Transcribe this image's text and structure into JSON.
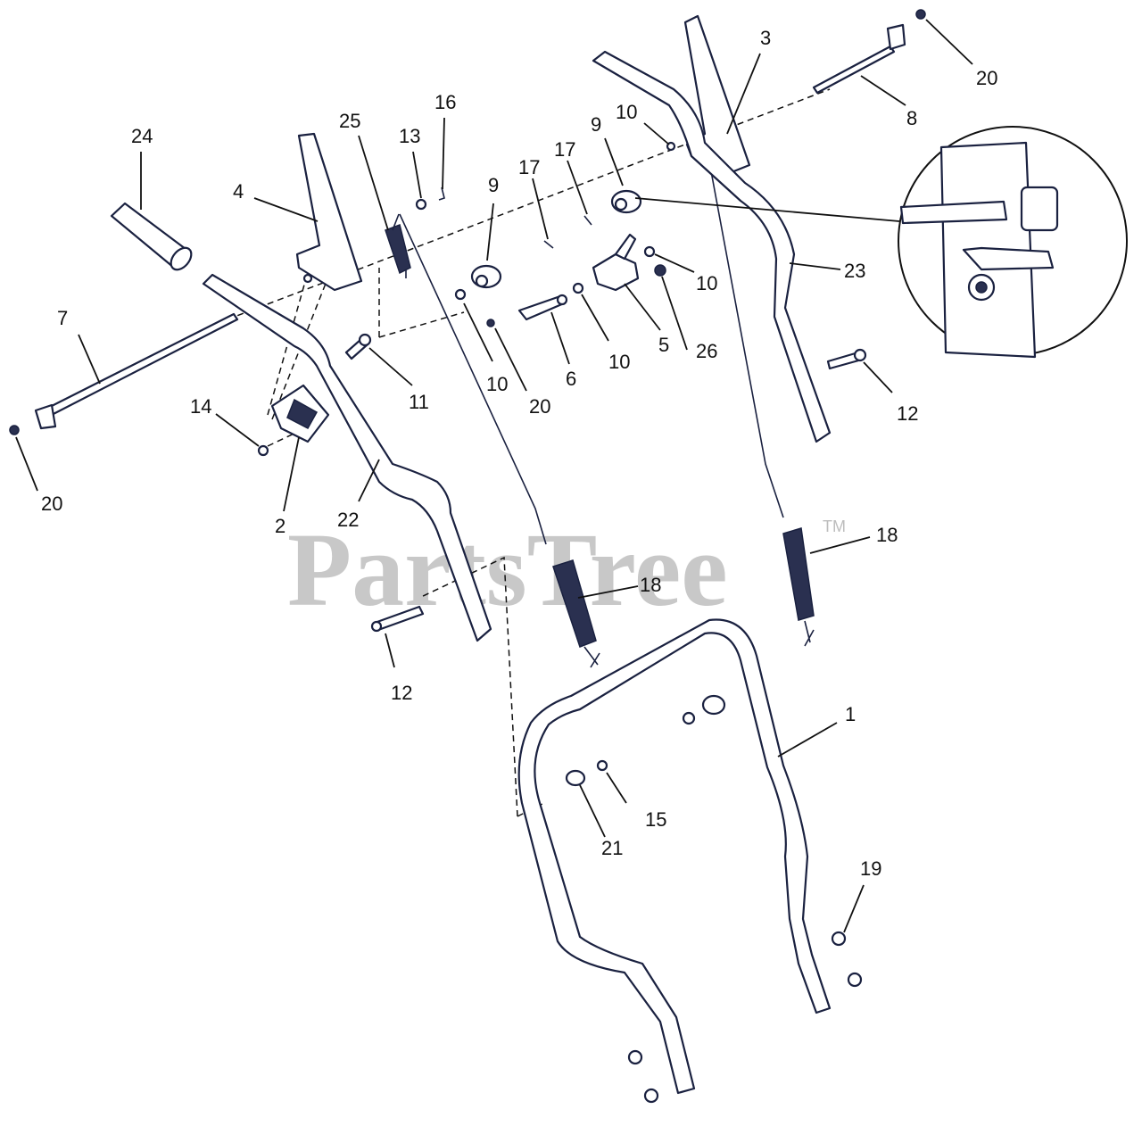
{
  "watermark": {
    "text": "PartsTree",
    "trademark": "TM"
  },
  "callouts": [
    {
      "id": "c1",
      "label": "1"
    },
    {
      "id": "c2",
      "label": "2"
    },
    {
      "id": "c3",
      "label": "3"
    },
    {
      "id": "c4",
      "label": "4"
    },
    {
      "id": "c5",
      "label": "5"
    },
    {
      "id": "c6",
      "label": "6"
    },
    {
      "id": "c7",
      "label": "7"
    },
    {
      "id": "c8",
      "label": "8"
    },
    {
      "id": "c9a",
      "label": "9"
    },
    {
      "id": "c9b",
      "label": "9"
    },
    {
      "id": "c10a",
      "label": "10"
    },
    {
      "id": "c10b",
      "label": "10"
    },
    {
      "id": "c10c",
      "label": "10"
    },
    {
      "id": "c10d",
      "label": "10"
    },
    {
      "id": "c11",
      "label": "11"
    },
    {
      "id": "c12a",
      "label": "12"
    },
    {
      "id": "c12b",
      "label": "12"
    },
    {
      "id": "c13",
      "label": "13"
    },
    {
      "id": "c14",
      "label": "14"
    },
    {
      "id": "c15",
      "label": "15"
    },
    {
      "id": "c16",
      "label": "16"
    },
    {
      "id": "c17a",
      "label": "17"
    },
    {
      "id": "c17b",
      "label": "17"
    },
    {
      "id": "c18a",
      "label": "18"
    },
    {
      "id": "c18b",
      "label": "18"
    },
    {
      "id": "c19",
      "label": "19"
    },
    {
      "id": "c20a",
      "label": "20"
    },
    {
      "id": "c20b",
      "label": "20"
    },
    {
      "id": "c20c",
      "label": "20"
    },
    {
      "id": "c21",
      "label": "21"
    },
    {
      "id": "c22",
      "label": "22"
    },
    {
      "id": "c23",
      "label": "23"
    },
    {
      "id": "c24",
      "label": "24"
    },
    {
      "id": "c25",
      "label": "25"
    },
    {
      "id": "c26",
      "label": "26"
    }
  ]
}
